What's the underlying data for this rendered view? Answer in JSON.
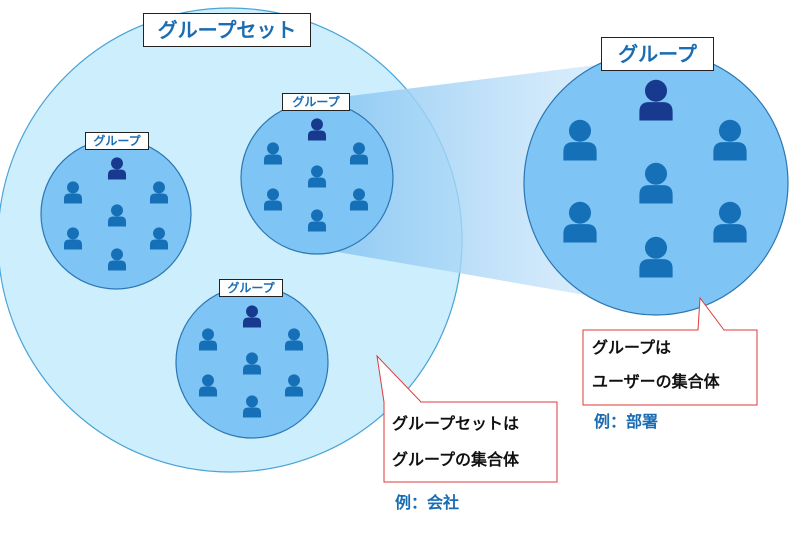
{
  "groupset": {
    "label": "グループセット",
    "groups": [
      {
        "label": "グループ"
      },
      {
        "label": "グループ"
      },
      {
        "label": "グループ"
      }
    ]
  },
  "group_zoom": {
    "label": "グループ"
  },
  "callout_groupset": {
    "line1": "グループセットは",
    "line2": "グループの集合体",
    "example": "例：会社"
  },
  "callout_group": {
    "line1": "グループは",
    "line2": "ユーザーの集合体",
    "example": "例：部署"
  },
  "colors": {
    "groupset_fill": "#cdeefc",
    "group_fill": "#7ec4f4",
    "user": "#1570b8",
    "leader": "#173a8f",
    "label_text": "#1a6cb3",
    "callout_border": "#e03a3a"
  }
}
